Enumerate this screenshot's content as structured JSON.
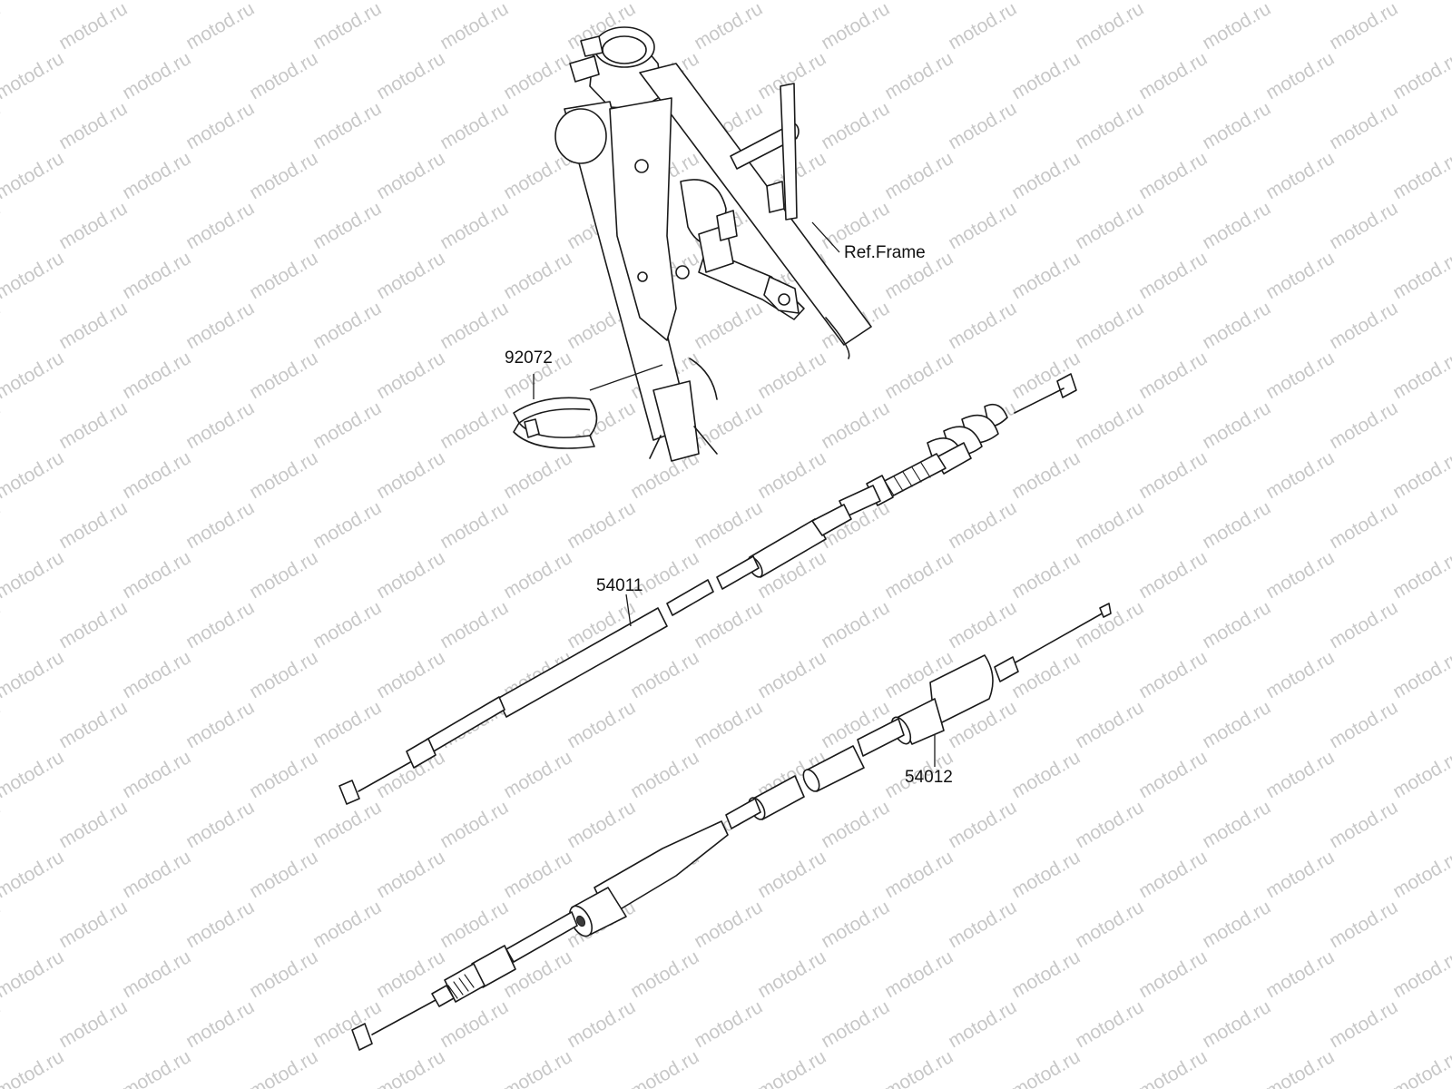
{
  "watermark": {
    "text": "motod.ru"
  },
  "labels": {
    "frame_ref": "Ref.Frame",
    "band": "92072",
    "cable_upper": "54011",
    "cable_lower": "54012"
  },
  "colors": {
    "line": "#1a1a1a",
    "watermark": "#c8c8c8",
    "background": "#ffffff"
  }
}
